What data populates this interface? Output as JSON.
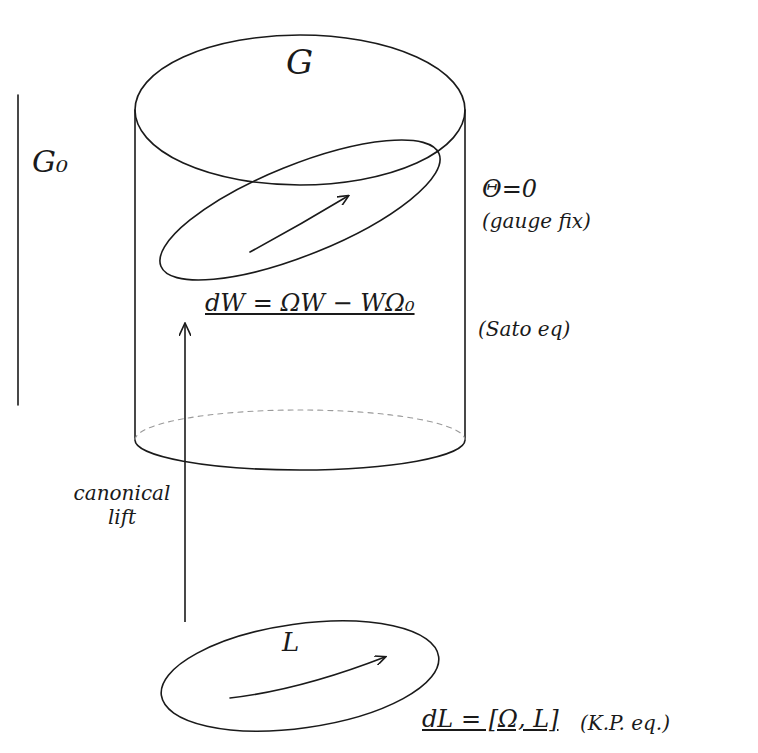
{
  "diagram": {
    "nodes": [
      {
        "text": [
          "G"
        ]
      },
      {
        "text": [
          "dW = ΩW − WΩ₀"
        ],
        "in": 0
      },
      {
        "text": [
          "L",
          "dL = [Ω, L]"
        ]
      }
    ],
    "edges": [
      {
        "from": 2,
        "to": 1,
        "arrow": "to",
        "label": "canonical lift"
      }
    ],
    "labels": [
      "G₀",
      "Θ=0",
      "(gauge fix)",
      "(Sato eq)",
      "(K.P. eq.)"
    ]
  }
}
